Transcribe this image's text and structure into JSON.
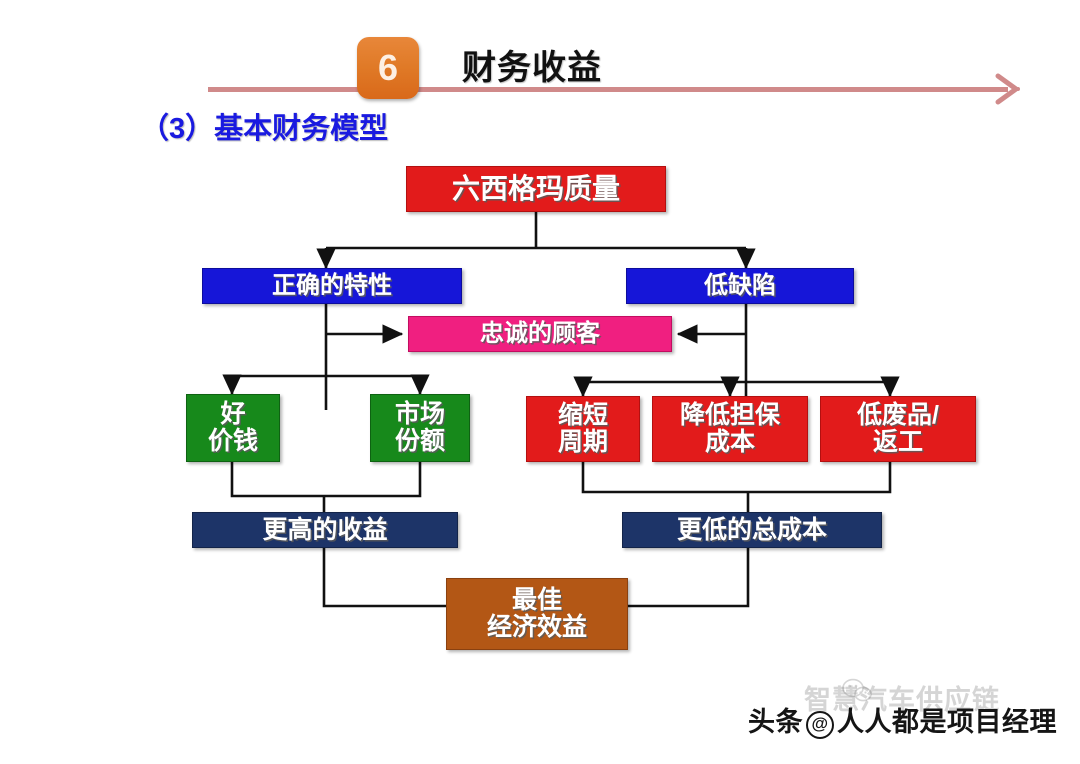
{
  "header": {
    "badge_number": "6",
    "title": "财务收益",
    "section_title": "（3）基本财务模型",
    "rule_color": "#d08a8a",
    "badge_color": "#e07a27",
    "section_title_color": "#1a1ae0"
  },
  "diagram": {
    "type": "flowchart",
    "nodes": [
      {
        "id": "quality",
        "label": "六西格玛质量",
        "color": "#e21b1b",
        "role": "root"
      },
      {
        "id": "right-char",
        "label": "正确的特性",
        "color": "#1616d8",
        "role": "branch"
      },
      {
        "id": "low-defect",
        "label": "低缺陷",
        "color": "#1616d8",
        "role": "branch"
      },
      {
        "id": "loyal-cust",
        "label": "忠诚的顾客",
        "color": "#f01f80",
        "role": "outcome"
      },
      {
        "id": "good-price",
        "label": "好\n价钱",
        "color": "#17891b",
        "role": "leaf"
      },
      {
        "id": "market-share",
        "label": "市场\n份额",
        "color": "#17891b",
        "role": "leaf"
      },
      {
        "id": "short-cycle",
        "label": "缩短\n周期",
        "color": "#e21b1b",
        "role": "leaf"
      },
      {
        "id": "lower-warr",
        "label": "降低担保\n成本",
        "color": "#e21b1b",
        "role": "leaf"
      },
      {
        "id": "less-scrap",
        "label": "低废品/\n返工",
        "color": "#e21b1b",
        "role": "leaf"
      },
      {
        "id": "higher-rev",
        "label": "更高的收益",
        "color": "#1d3468",
        "role": "summary"
      },
      {
        "id": "lower-cost",
        "label": "更低的总成本",
        "color": "#1d3468",
        "role": "summary"
      },
      {
        "id": "best-econ",
        "label": "最佳\n经济效益",
        "color": "#b35715",
        "role": "result"
      }
    ],
    "edges": [
      {
        "from": "quality",
        "to": "right-char"
      },
      {
        "from": "quality",
        "to": "low-defect"
      },
      {
        "from": "right-char",
        "to": "loyal-cust"
      },
      {
        "from": "low-defect",
        "to": "loyal-cust"
      },
      {
        "from": "right-char",
        "to": "good-price"
      },
      {
        "from": "right-char",
        "to": "market-share"
      },
      {
        "from": "low-defect",
        "to": "short-cycle"
      },
      {
        "from": "low-defect",
        "to": "lower-warr"
      },
      {
        "from": "low-defect",
        "to": "less-scrap"
      },
      {
        "from": "good-price",
        "to": "higher-rev"
      },
      {
        "from": "market-share",
        "to": "higher-rev"
      },
      {
        "from": "short-cycle",
        "to": "lower-cost"
      },
      {
        "from": "lower-warr",
        "to": "lower-cost"
      },
      {
        "from": "less-scrap",
        "to": "lower-cost"
      },
      {
        "from": "higher-rev",
        "to": "best-econ"
      },
      {
        "from": "lower-cost",
        "to": "best-econ"
      }
    ]
  },
  "footer": {
    "watermark_faint": "智慧汽车供应链",
    "watermark_prefix": "头条",
    "watermark_at": "@",
    "watermark_account": "人人都是项目经理"
  }
}
